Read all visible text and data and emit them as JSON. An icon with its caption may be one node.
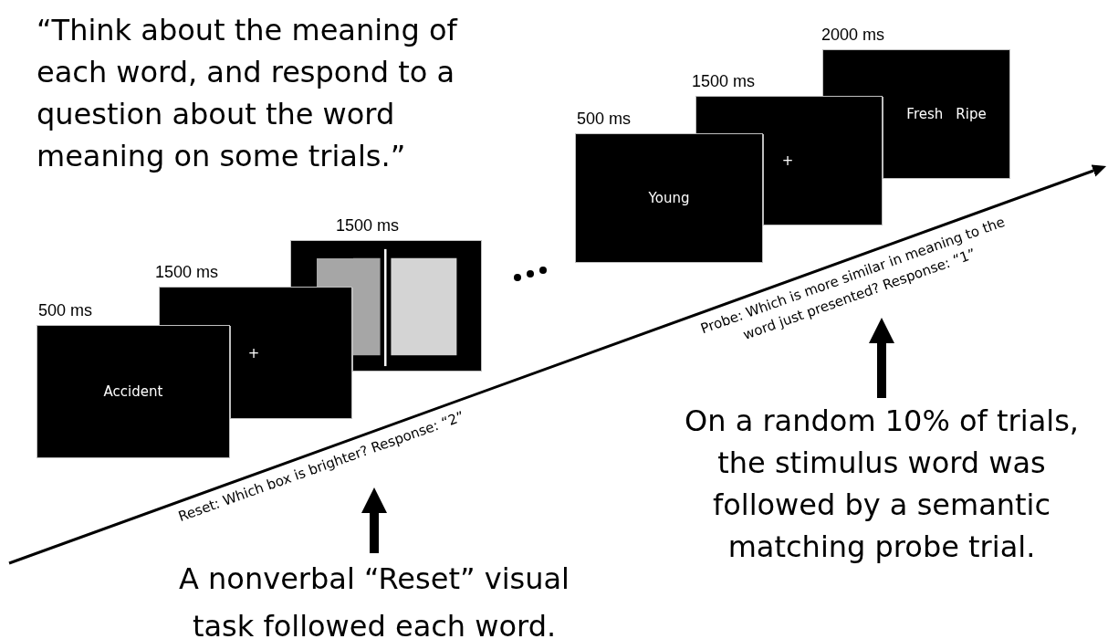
{
  "diagram": {
    "nodes": [
      {
        "text": [
          "Accident"
        ],
        "beside": [
          "500 ms"
        ]
      },
      {
        "text": [
          "+"
        ],
        "beside": [
          "1500 ms"
        ]
      },
      {
        "text": [],
        "shape": "box",
        "beside": [
          "1500 ms"
        ]
      },
      {
        "text": [
          "Young"
        ],
        "beside": [
          "500 ms"
        ]
      },
      {
        "text": [
          "+"
        ],
        "beside": [
          "1500 ms"
        ]
      },
      {
        "text": [
          "Fresh",
          "Ripe"
        ],
        "beside": [
          "2000 ms"
        ]
      },
      {
        "text": [
          "Reset: Which box is brighter? Response: “2”"
        ]
      },
      {
        "text": [
          "Probe: Which is more similar in meaning to the word just presented? Response: “1”"
        ]
      },
      {
        "text": [
          "A nonverbal “Reset” visual task followed each word."
        ]
      },
      {
        "text": [
          "On a random 10% of trials, the stimulus word was followed by a semantic matching probe trial."
        ]
      }
    ],
    "edges": [
      {
        "from": 8,
        "to": 6,
        "arrow": "to"
      },
      {
        "from": 9,
        "to": 7,
        "arrow": "to"
      }
    ],
    "labels": [
      "“Think about the meaning of each word, and respond to a question about the word meaning on some trials.”"
    ]
  }
}
